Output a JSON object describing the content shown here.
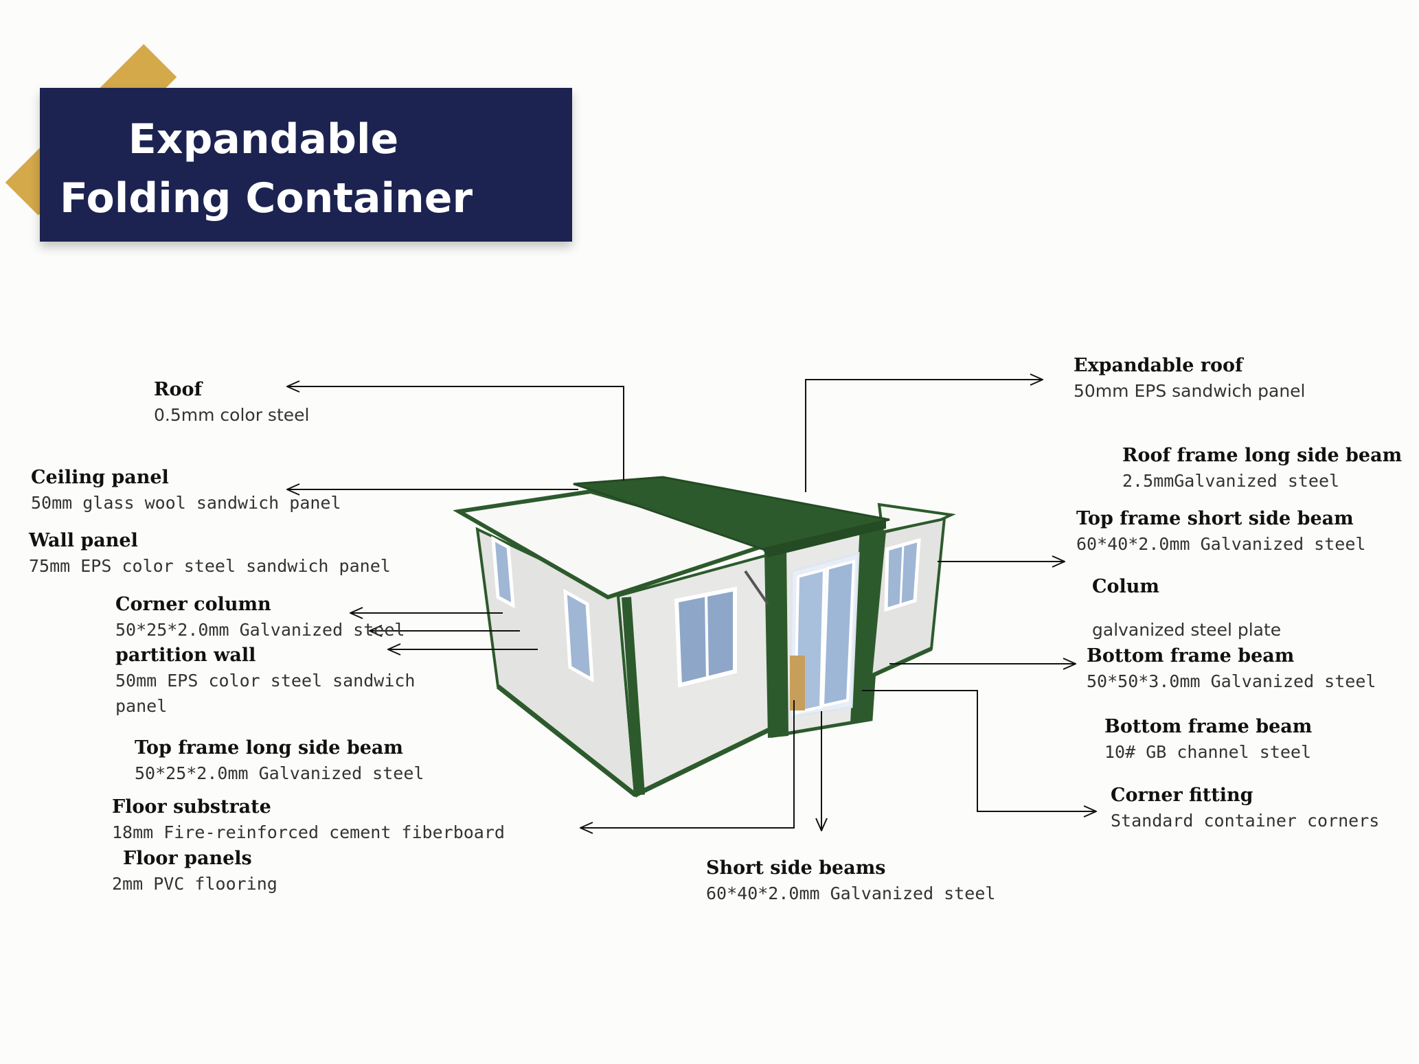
{
  "title": {
    "line1": "Expandable",
    "line2": "Folding Container"
  },
  "colors": {
    "banner": "#1c2350",
    "ribbon": "#d4a94a",
    "frame_green": "#2d5a2c",
    "wall": "#e6e6e6",
    "roof_white": "#f8f8f6"
  },
  "labels": {
    "roof": {
      "title": "Roof",
      "spec": "0.5mm color steel"
    },
    "ceiling_panel": {
      "title": "Ceiling panel",
      "spec": "50mm glass wool sandwich panel"
    },
    "wall_panel": {
      "title": "Wall panel",
      "spec": "75mm EPS color steel sandwich panel"
    },
    "corner_column": {
      "title": "Corner column",
      "spec": "50*25*2.0mm Galvanized steel"
    },
    "partition_wall": {
      "title": "partition wall",
      "spec_line1": "50mm EPS color steel sandwich",
      "spec_line2": "panel"
    },
    "top_frame_long": {
      "title": "Top frame long side beam",
      "spec": "50*25*2.0mm Galvanized steel"
    },
    "floor_substrate": {
      "title": "Floor substrate",
      "spec": "18mm Fire-reinforced cement fiberboard"
    },
    "floor_panels": {
      "title": "Floor panels",
      "spec": "2mm PVC flooring"
    },
    "short_side_beams": {
      "title": "Short side beams",
      "spec": "60*40*2.0mm Galvanized steel"
    },
    "expandable_roof": {
      "title": "Expandable roof",
      "spec": "50mm EPS sandwich panel"
    },
    "roof_frame_long": {
      "title": "Roof frame long side beam",
      "spec": "2.5mmGalvanized steel"
    },
    "top_frame_short": {
      "title": "Top frame short side beam",
      "spec": "60*40*2.0mm Galvanized steel"
    },
    "colum": {
      "title": "Colum",
      "spec": "galvanized steel plate"
    },
    "bottom_frame_beam_1": {
      "title": "Bottom frame beam",
      "spec": "50*50*3.0mm Galvanized steel"
    },
    "bottom_frame_beam_2": {
      "title": "Bottom frame beam",
      "spec": "10# GB channel steel"
    },
    "corner_fitting": {
      "title": "Corner fitting",
      "spec": "Standard container corners"
    }
  }
}
